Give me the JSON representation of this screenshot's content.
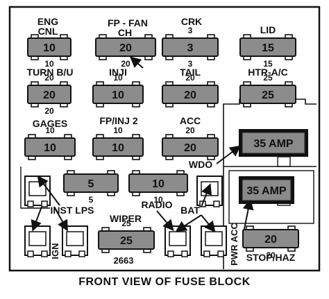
{
  "labels": {
    "eng_cnl_1": "ENG",
    "eng_cnl_2": "CNL",
    "fp_fan_1": "FP - FAN",
    "fp_fan_2": "CH",
    "crk": "CRK",
    "lid": "LID",
    "turn_bu": "TURN B/U",
    "inji": "INJI",
    "tail": "TAIL",
    "htr_ac": "HTR-A/C",
    "gages": "GAGES",
    "fp_inj2": "FP/INJ 2",
    "acc": "ACC",
    "wdo": "WDO",
    "inst_lps": "INST LPS",
    "radio": "RADIO",
    "bat": "BAT",
    "wiper": "WIPER",
    "ign": "IGN",
    "pwr_acc": "PWR ACC",
    "stop_haz": "STOP/HAZ",
    "part_number": "2663",
    "caption": "FRONT VIEW OF FUSE BLOCK"
  },
  "fuses": {
    "eng": {
      "face": "10",
      "top": "",
      "bottom": "10"
    },
    "fpfan": {
      "face": "20",
      "top": "",
      "bottom": "20"
    },
    "crk": {
      "face": "3",
      "top": "3",
      "bottom": "3"
    },
    "lid": {
      "face": "15",
      "top": "",
      "bottom": "15"
    },
    "turn": {
      "face": "20",
      "top": "20",
      "bottom": "20"
    },
    "inji": {
      "face": "10",
      "top": "10",
      "bottom": ""
    },
    "tail": {
      "face": "20",
      "top": "20",
      "bottom": ""
    },
    "htr": {
      "face": "25",
      "top": "25",
      "bottom": ""
    },
    "gages": {
      "face": "10",
      "top": "10",
      "bottom": ""
    },
    "fpinj": {
      "face": "10",
      "top": "10",
      "bottom": ""
    },
    "acc": {
      "face": "20",
      "top": "20",
      "bottom": ""
    },
    "inst": {
      "face": "5",
      "top": "",
      "bottom": "5"
    },
    "radio": {
      "face": "10",
      "top": "",
      "bottom": "10"
    },
    "wiper": {
      "face": "25",
      "top": "25",
      "bottom": ""
    },
    "stop": {
      "face": "20",
      "top": "",
      "bottom": "20"
    }
  },
  "breakers": {
    "wdo": "35 AMP",
    "pwr": "35 AMP"
  }
}
